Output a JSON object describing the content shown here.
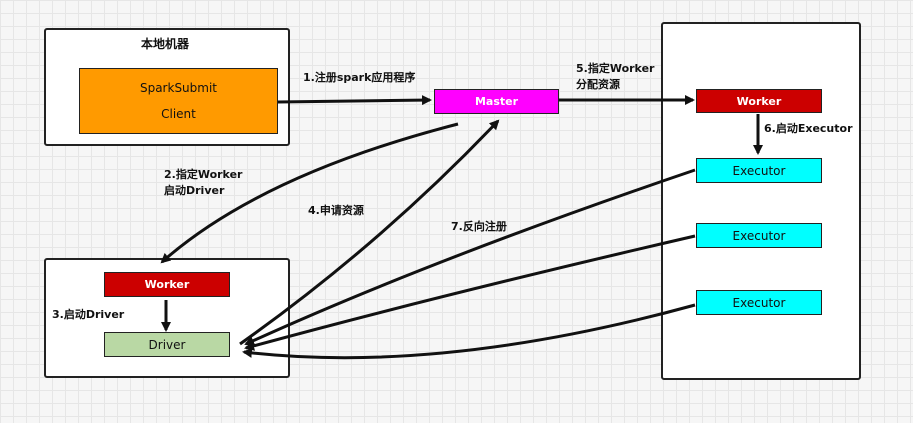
{
  "local_machine": {
    "title": "本地机器",
    "client_line1": "SparkSubmit",
    "client_line2": "Client"
  },
  "master": {
    "label": "Master"
  },
  "cluster": {
    "worker_label": "Worker",
    "executors": [
      "Executor",
      "Executor",
      "Executor"
    ]
  },
  "driver_node": {
    "worker_label": "Worker",
    "driver_label": "Driver"
  },
  "steps": {
    "step1": "1.注册spark应用程序",
    "step2_line1": "2.指定Worker",
    "step2_line2": "启动Driver",
    "step3": "3.启动Driver",
    "step4": "4.申请资源",
    "step5_line1": "5.指定Worker",
    "step5_line2": "分配资源",
    "step6": "6.启动Executor",
    "step7": "7.反向注册"
  },
  "colors": {
    "client": "#ff9a00",
    "master": "#ff00ff",
    "worker": "#cc0000",
    "executor": "#00ffff",
    "driver": "#b9d8a4"
  }
}
